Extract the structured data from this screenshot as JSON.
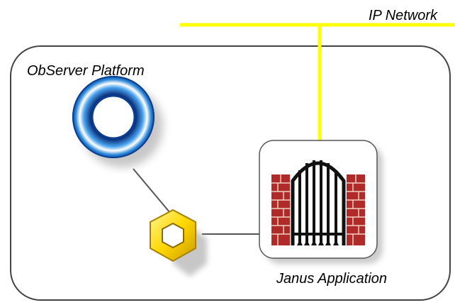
{
  "labels": {
    "ip_network": "IP Network",
    "platform": "ObServer Platform",
    "application": "Janus Application"
  },
  "icons": {
    "torus": "blue-ring-icon",
    "hexagon": "yellow-hex-nut-icon",
    "gate": "gate-icon"
  },
  "colors": {
    "network_line": "#ffff00",
    "ring_blue": "#1a7ad1",
    "hex_yellow": "#ffdd00",
    "brick_red": "#b02a2a"
  }
}
